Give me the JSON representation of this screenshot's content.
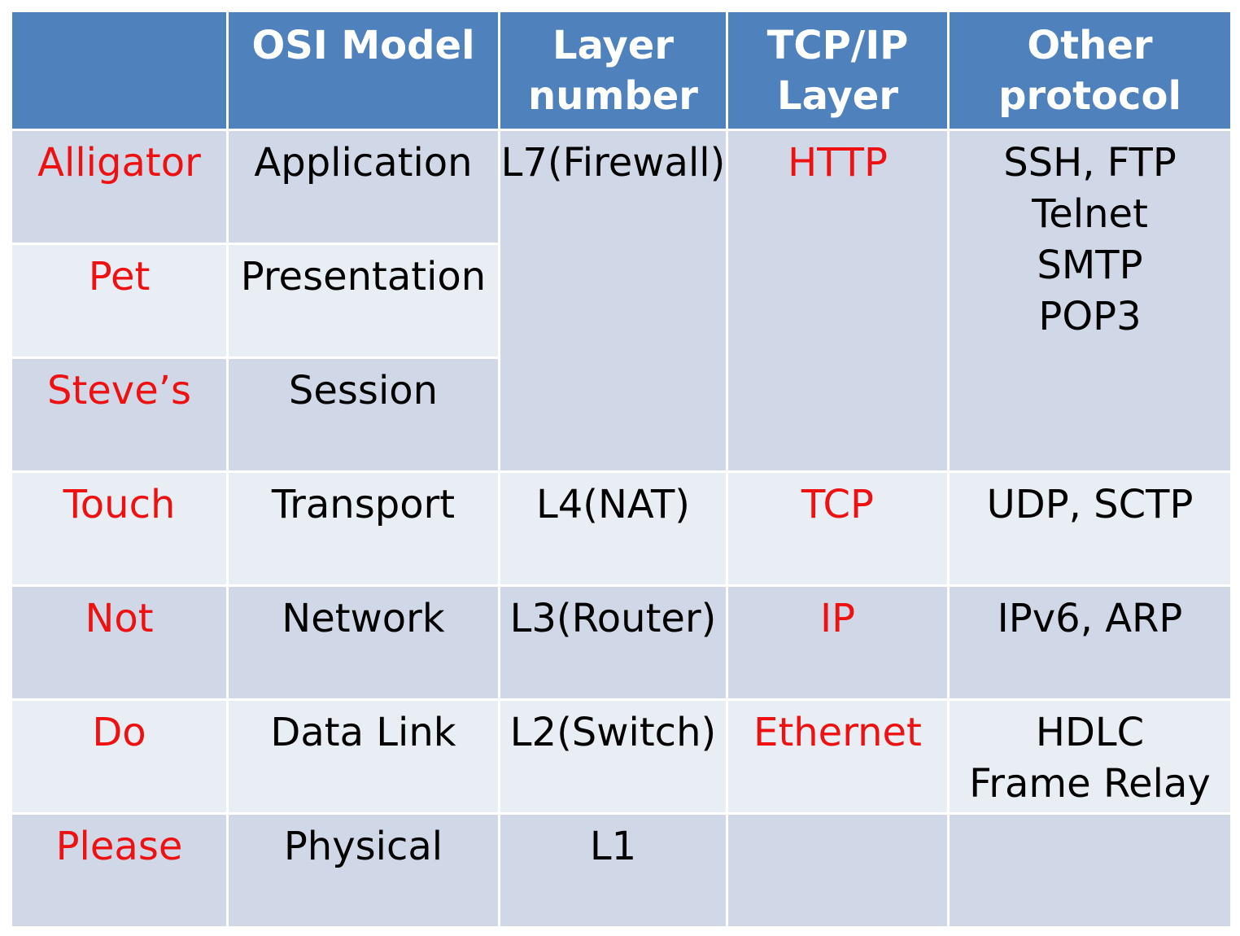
{
  "headers": {
    "mnemonic": "",
    "osi_model": "OSI Model",
    "layer_number": [
      "Layer",
      "number"
    ],
    "tcpip_layer": [
      "TCP/IP",
      "Layer"
    ],
    "other_protocol": [
      "Other",
      "protocol"
    ]
  },
  "rows": [
    {
      "mnemonic": "Alligator",
      "osi": "Application"
    },
    {
      "mnemonic": "Pet",
      "osi": "Presentation"
    },
    {
      "mnemonic": "Steve’s",
      "osi": "Session"
    },
    {
      "mnemonic": "Touch",
      "osi": "Transport"
    },
    {
      "mnemonic": "Not",
      "osi": "Network"
    },
    {
      "mnemonic": "Do",
      "osi": "Data Link"
    },
    {
      "mnemonic": "Please",
      "osi": "Physical"
    }
  ],
  "merged": {
    "upper_layer_number": "L7(Firewall)",
    "upper_tcpip": "HTTP",
    "upper_other": [
      "SSH, FTP",
      "Telnet",
      "SMTP",
      "POP3"
    ]
  },
  "lower": {
    "transport": {
      "layer_number": "L4(NAT)",
      "tcpip": "TCP",
      "other": "UDP, SCTP"
    },
    "network": {
      "layer_number": "L3(Router)",
      "tcpip": "IP",
      "other": "IPv6, ARP"
    },
    "datalink": {
      "layer_number": "L2(Switch)",
      "tcpip": "Ethernet",
      "other": [
        "HDLC",
        "Frame Relay"
      ]
    },
    "physical": {
      "layer_number": "L1",
      "tcpip": "",
      "other": ""
    }
  },
  "colors": {
    "header_bg": "#4f81bd",
    "row_dark": "#d0d8e8",
    "row_light": "#e9edf4",
    "accent_red": "#ee1111"
  }
}
